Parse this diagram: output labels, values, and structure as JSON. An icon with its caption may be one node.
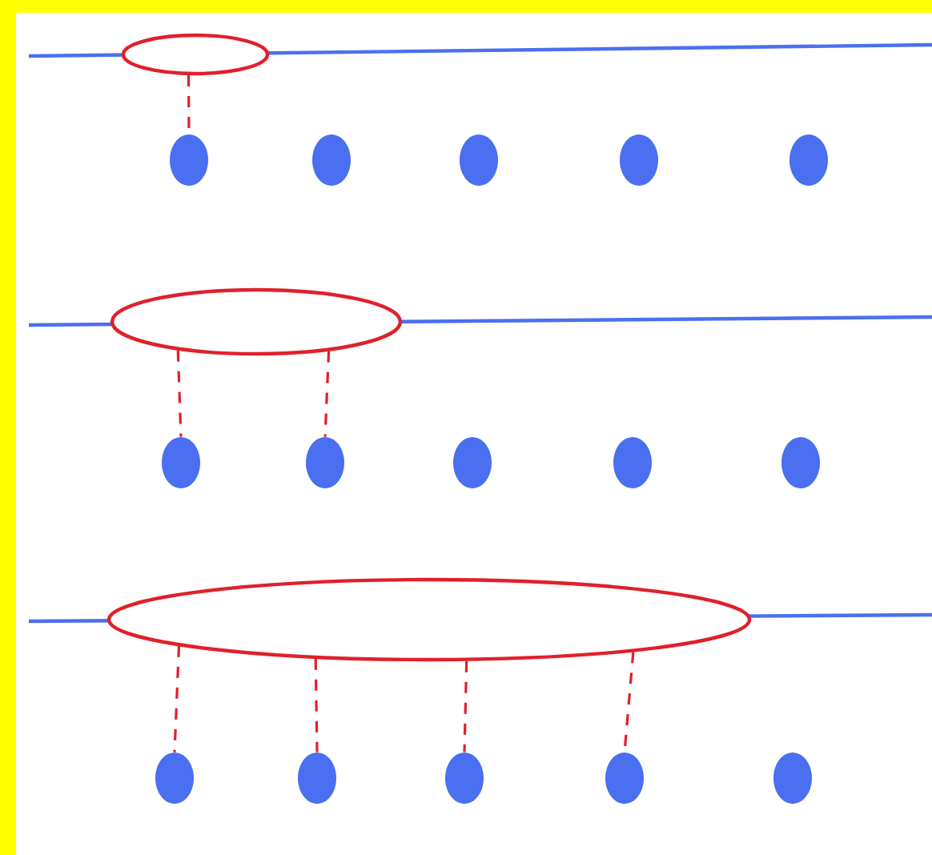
{
  "diagram": {
    "nodes": [
      {
        "text": [],
        "shape": "ellipse"
      },
      {
        "text": [],
        "shape": "circle"
      },
      {
        "text": [],
        "shape": "circle"
      },
      {
        "text": [],
        "shape": "circle"
      },
      {
        "text": [],
        "shape": "circle"
      },
      {
        "text": [],
        "shape": "circle"
      },
      {
        "text": [],
        "shape": "ellipse"
      },
      {
        "text": [],
        "shape": "circle"
      },
      {
        "text": [],
        "shape": "circle"
      },
      {
        "text": [],
        "shape": "circle"
      },
      {
        "text": [],
        "shape": "circle"
      },
      {
        "text": [],
        "shape": "circle"
      },
      {
        "text": [],
        "shape": "ellipse"
      },
      {
        "text": [],
        "shape": "circle"
      },
      {
        "text": [],
        "shape": "circle"
      },
      {
        "text": [],
        "shape": "circle"
      },
      {
        "text": [],
        "shape": "circle"
      },
      {
        "text": [],
        "shape": "circle"
      }
    ],
    "edges": [
      {
        "from": 0,
        "to": 1,
        "arrow": "none",
        "style": "dashed"
      },
      {
        "from": 6,
        "to": 7,
        "arrow": "none",
        "style": "dashed"
      },
      {
        "from": 6,
        "to": 8,
        "arrow": "none",
        "style": "dashed"
      },
      {
        "from": 12,
        "to": 13,
        "arrow": "none",
        "style": "dashed"
      },
      {
        "from": 12,
        "to": 14,
        "arrow": "none",
        "style": "dashed"
      },
      {
        "from": 12,
        "to": 15,
        "arrow": "none",
        "style": "dashed"
      },
      {
        "from": 12,
        "to": 16,
        "arrow": "none",
        "style": "dashed"
      }
    ]
  }
}
